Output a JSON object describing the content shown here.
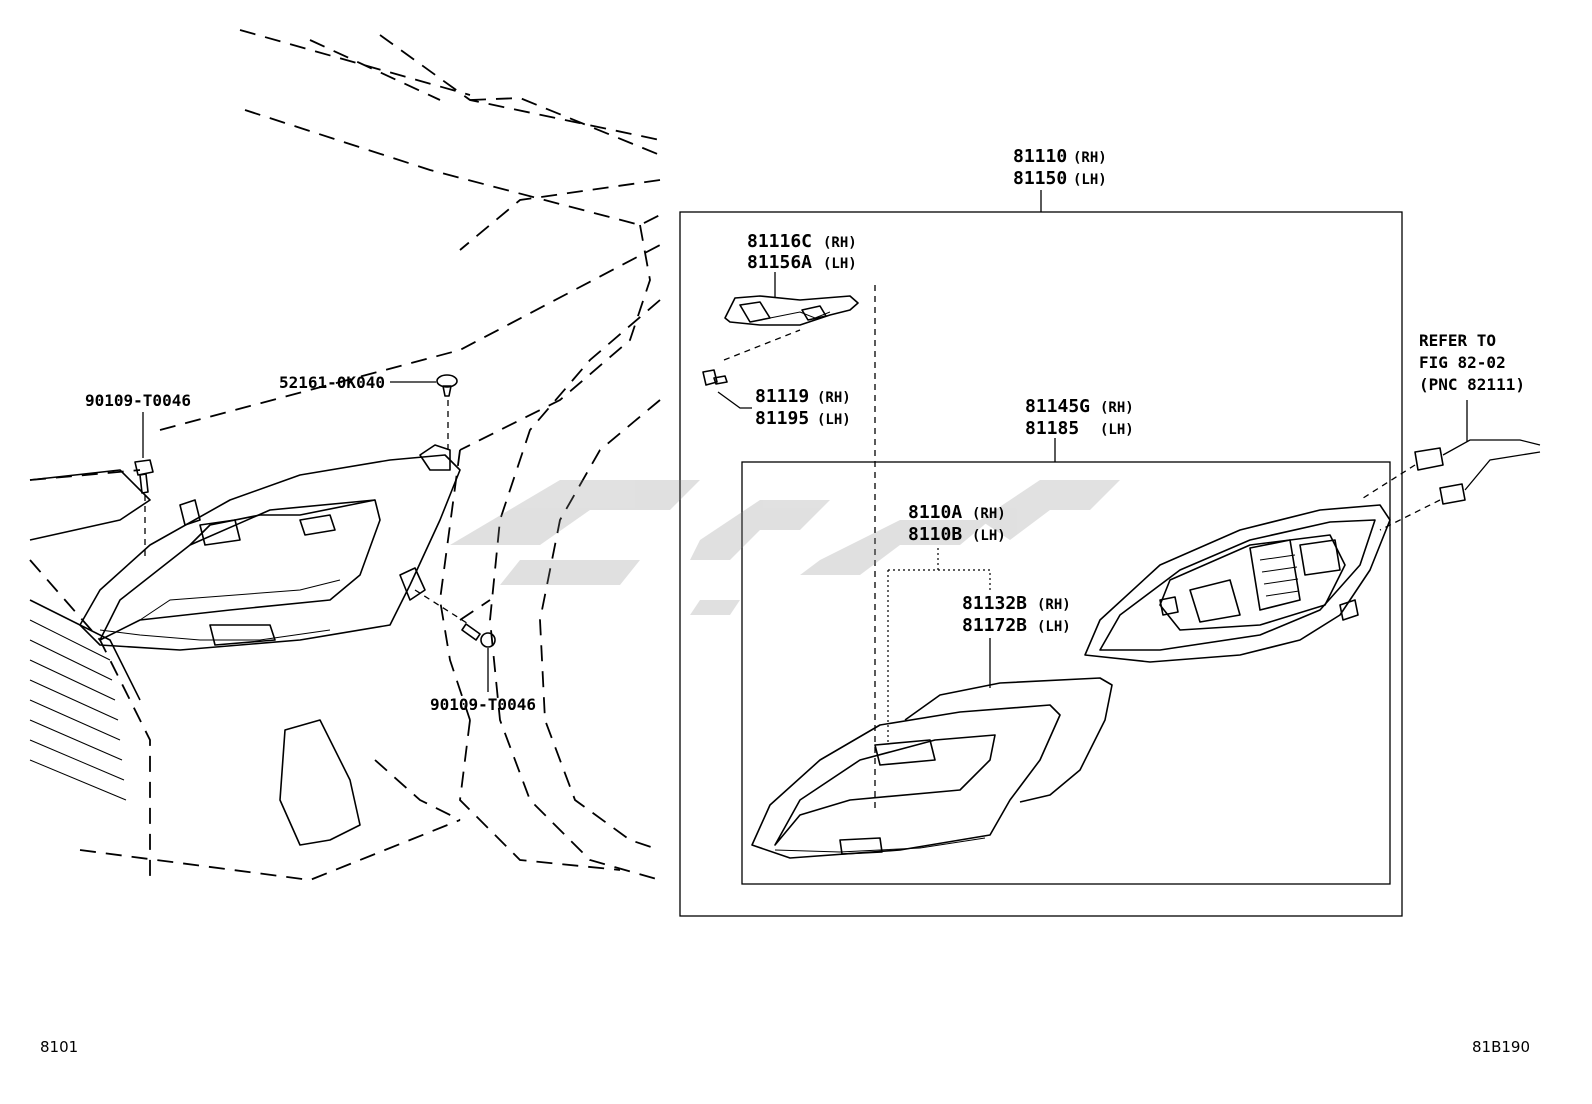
{
  "labels": {
    "assembly_rh": "81110",
    "assembly_rh_side": "(RH)",
    "assembly_lh": "81150",
    "assembly_lh_side": "(LH)",
    "sub_c_rh": "81116C",
    "sub_c_rh_side": "(RH)",
    "sub_c_lh": "81156A",
    "sub_c_lh_side": "(LH)",
    "screw_rh": "81119",
    "screw_rh_side": "(RH)",
    "screw_lh": "81195",
    "screw_lh_side": "(LH)",
    "housing_rh": "81145G",
    "housing_rh_side": "(RH)",
    "housing_lh": "81185",
    "housing_lh_side": "(LH)",
    "lens_rh": "8110A",
    "lens_rh_side": "(RH)",
    "lens_lh": "8110B",
    "lens_lh_side": "(LH)",
    "gasket_rh": "81132B",
    "gasket_rh_side": "(RH)",
    "gasket_lh": "81172B",
    "gasket_lh_side": "(LH)",
    "bolt_upper": "90109-T0046",
    "clip": "52161-0K040",
    "bolt_lower": "90109-T0046",
    "refer_line1": "REFER TO",
    "refer_line2": "FIG 82-02",
    "refer_line3": "(PNC 82111)",
    "page_left": "8101",
    "page_right": "81B190"
  }
}
